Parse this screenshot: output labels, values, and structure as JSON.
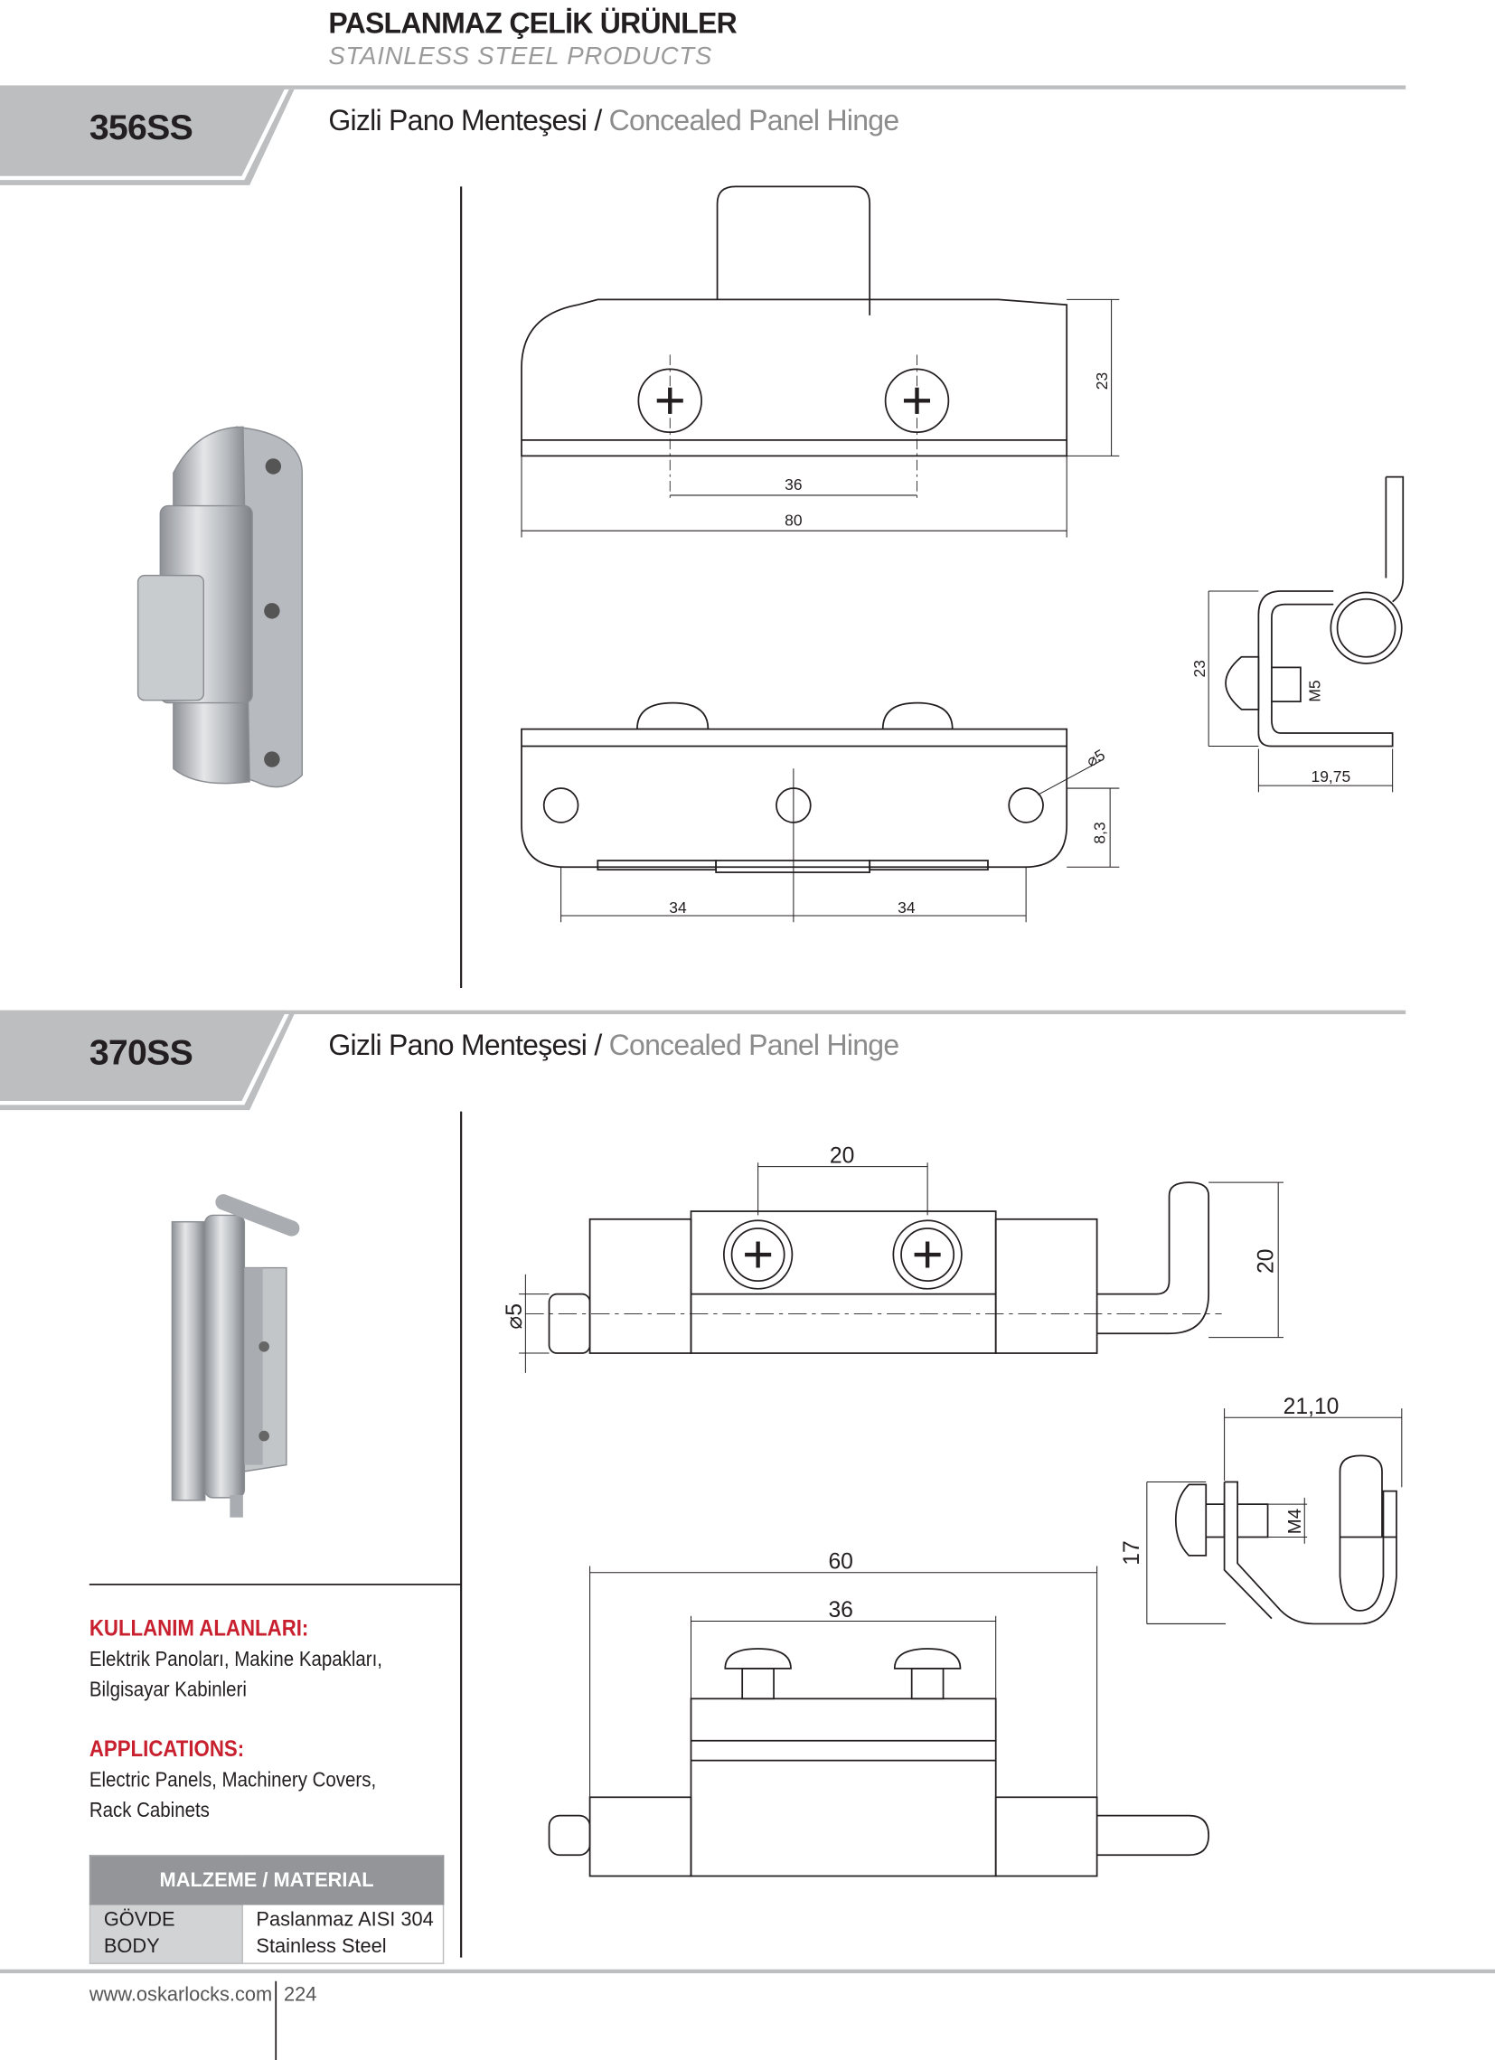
{
  "header": {
    "title_tr": "PASLANMAZ ÇELİK ÜRÜNLER",
    "title_en": "STAINLESS STEEL PRODUCTS"
  },
  "products": [
    {
      "code": "356SS",
      "name_tr": "Gizli Pano Menteşesi",
      "separator": " / ",
      "name_en": "Concealed Panel Hinge",
      "dims": {
        "top_pitch": "36",
        "top_length": "80",
        "top_height": "23",
        "hole_pitch_a": "34",
        "hole_pitch_b": "34",
        "hole_dia": "⌀5",
        "hole_offset": "8,3",
        "side_height": "23",
        "side_width": "19,75",
        "thread": "M5"
      }
    },
    {
      "code": "370SS",
      "name_tr": "Gizli Pano Menteşesi",
      "separator": " / ",
      "name_en": "Concealed Panel Hinge",
      "dims": {
        "screw_pitch": "20",
        "pin_height": "20",
        "pin_dia": "⌀5",
        "length": "60",
        "plate_length": "36",
        "side_width": "21,10",
        "side_height": "17",
        "thread": "M4"
      }
    }
  ],
  "applications": {
    "heading_tr": "KULLANIM ALANLARI:",
    "line1_tr": "Elektrik Panoları, Makine Kapakları,",
    "line2_tr": "Bilgisayar Kabinleri",
    "heading_en": "APPLICATIONS:",
    "line1_en": "Electric Panels, Machinery Covers,",
    "line2_en": "Rack Cabinets"
  },
  "material": {
    "header": "MALZEME / MATERIAL",
    "key_tr": "GÖVDE",
    "key_en": "BODY",
    "value_tr": "Paslanmaz AISI 304",
    "value_en": "Stainless Steel"
  },
  "footer": {
    "website": "www.oskarlocks.com",
    "page": "224"
  }
}
